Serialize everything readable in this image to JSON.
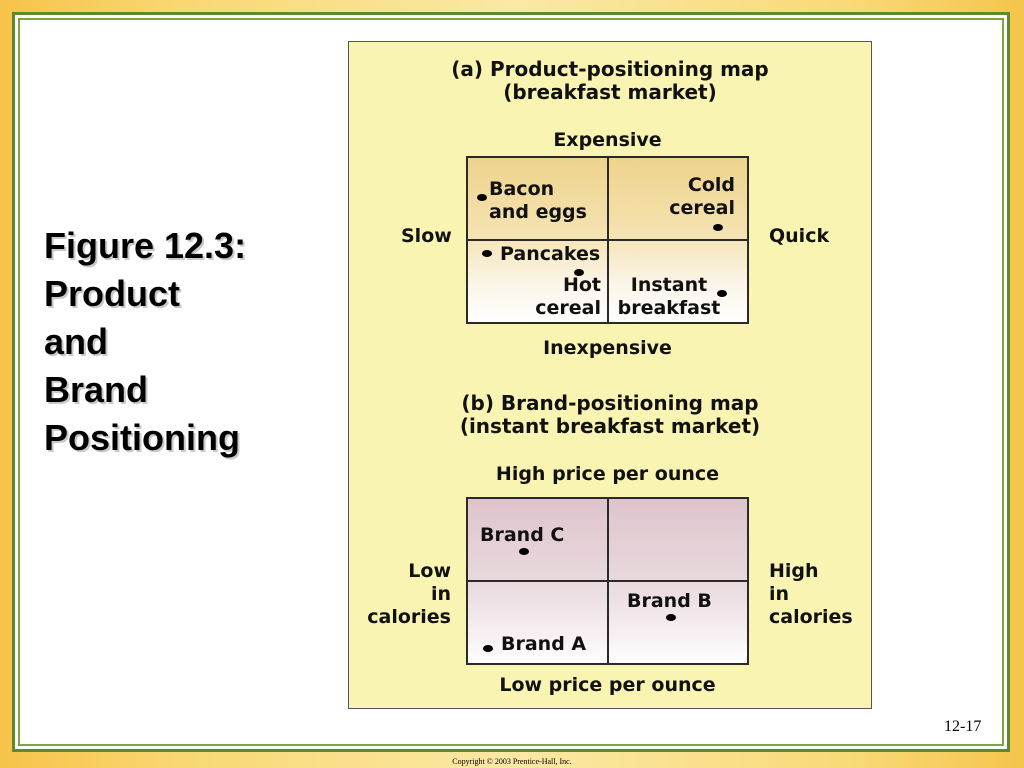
{
  "slide": {
    "title": "Figure 12.3:\nProduct\nand\nBrand\nPositioning",
    "slide_number": "12-17",
    "copyright": "Copyright © 2003 Prentice-Hall, Inc."
  },
  "map_a": {
    "title": "(a) Product-positioning map\n(breakfast market)",
    "axis_top": "Expensive",
    "axis_bottom": "Inexpensive",
    "axis_left": "Slow",
    "axis_right": "Quick",
    "items": {
      "bacon_and_eggs": "Bacon\nand eggs",
      "cold_cereal": "Cold\ncereal",
      "pancakes": "Pancakes",
      "hot_cereal": "Hot\ncereal",
      "instant_breakfast": "Instant\nbreakfast"
    }
  },
  "map_b": {
    "title": "(b) Brand-positioning map\n(instant breakfast market)",
    "axis_top": "High price per ounce",
    "axis_bottom": "Low price per ounce",
    "axis_left": "Low\nin\ncalories",
    "axis_right": "High\nin\ncalories",
    "items": {
      "brand_c": "Brand C",
      "brand_b": "Brand B",
      "brand_a": "Brand A"
    }
  }
}
